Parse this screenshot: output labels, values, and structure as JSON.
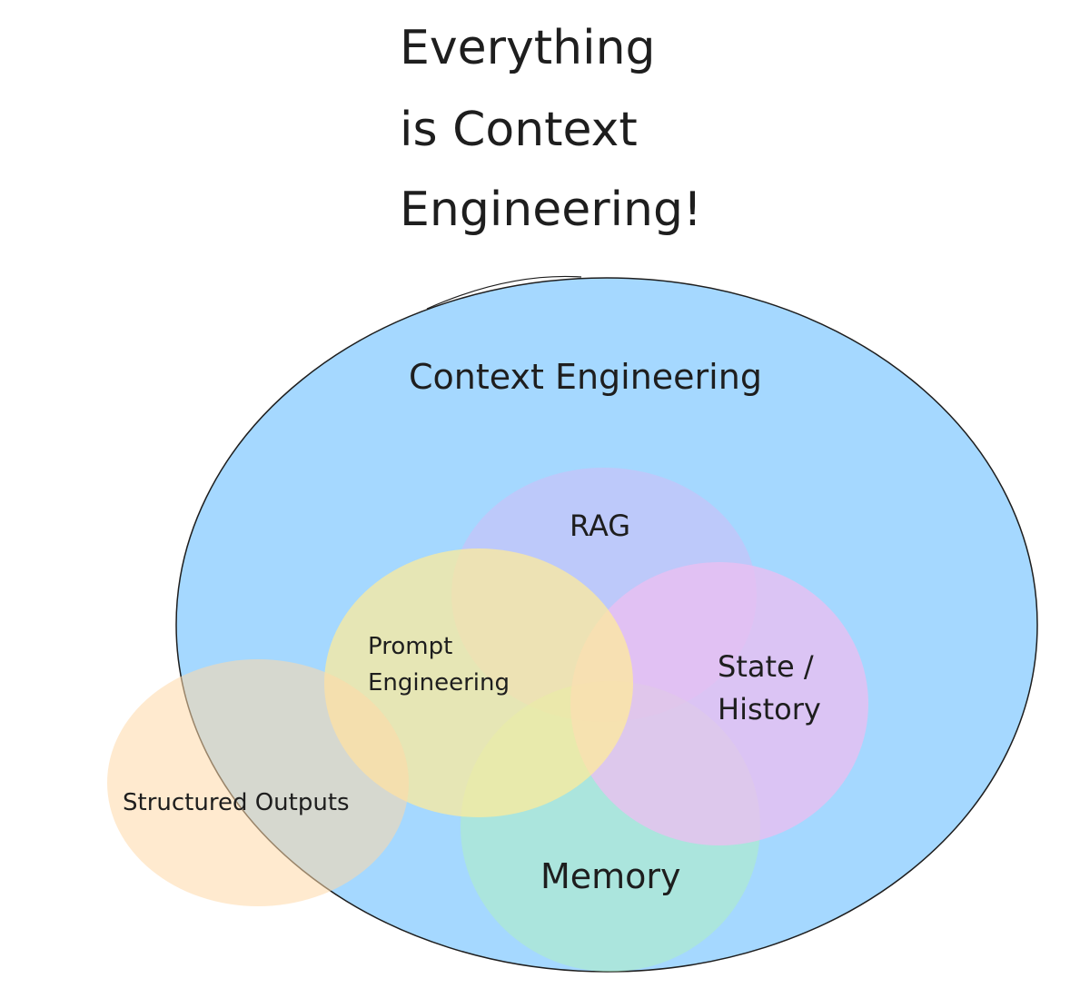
{
  "title": {
    "lines": [
      "Everything",
      "is Context",
      "Engineering!"
    ]
  },
  "diagram": {
    "outer": {
      "label": "Context Engineering",
      "color": "#a5d8ff"
    },
    "circles": [
      {
        "id": "rag",
        "label_lines": [
          "RAG"
        ],
        "color": "#c5c4f8"
      },
      {
        "id": "prompt-engineering",
        "label_lines": [
          "Prompt",
          "Engineering"
        ],
        "color": "#ffec99"
      },
      {
        "id": "state-history",
        "label_lines": [
          "State /",
          "History"
        ],
        "color": "#eebef0"
      },
      {
        "id": "memory",
        "label_lines": [
          "Memory"
        ],
        "color": "#b2f2bb"
      },
      {
        "id": "structured-outputs",
        "label_lines": [
          "Structured Outputs"
        ],
        "color": "#ffd8a8"
      }
    ]
  }
}
